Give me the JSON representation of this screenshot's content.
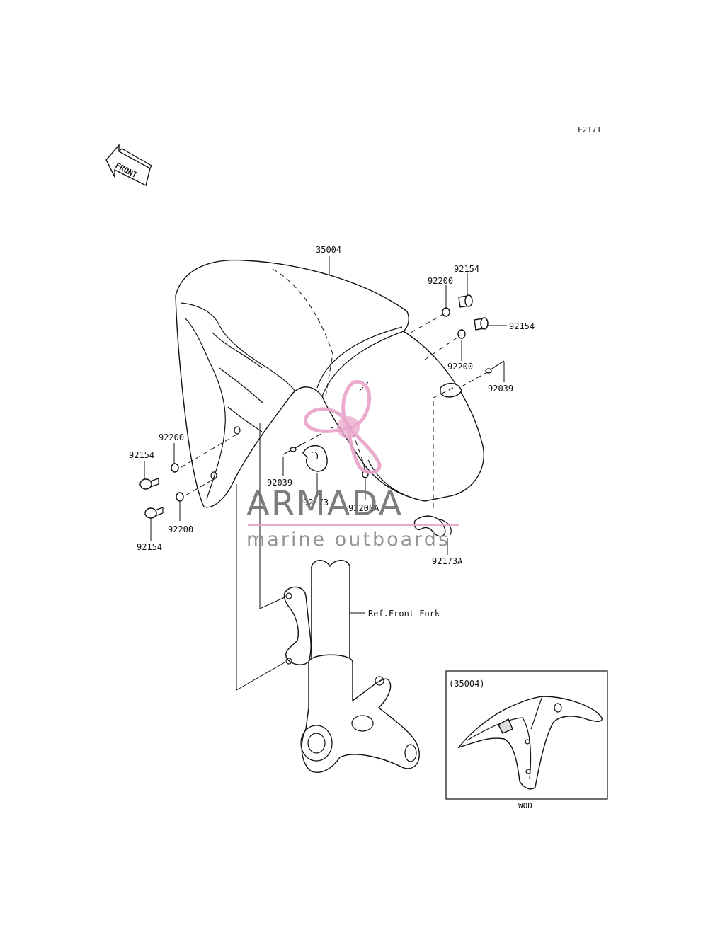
{
  "figure": {
    "code": "F2171",
    "front_arrow_label": "FRONT",
    "reference_note": "Ref.Front Fork",
    "inset": {
      "part_ref": "(35004)",
      "variant": "WOD"
    }
  },
  "callouts": [
    {
      "id": "c1",
      "label": "35004"
    },
    {
      "id": "c2",
      "label": "92154"
    },
    {
      "id": "c3",
      "label": "92200"
    },
    {
      "id": "c4",
      "label": "92154"
    },
    {
      "id": "c5",
      "label": "92200"
    },
    {
      "id": "c6",
      "label": "92039"
    },
    {
      "id": "c7",
      "label": "92200"
    },
    {
      "id": "c8",
      "label": "92154"
    },
    {
      "id": "c9",
      "label": "92200"
    },
    {
      "id": "c10",
      "label": "92154"
    },
    {
      "id": "c11",
      "label": "92039"
    },
    {
      "id": "c12",
      "label": "92173"
    },
    {
      "id": "c13",
      "label": "92200A"
    },
    {
      "id": "c14",
      "label": "92173A"
    }
  ],
  "watermark": {
    "brand": "ARMADA",
    "tagline": "marine outboards",
    "accent_color": "#e9a3c9",
    "text_color": "#6f6f6f"
  }
}
